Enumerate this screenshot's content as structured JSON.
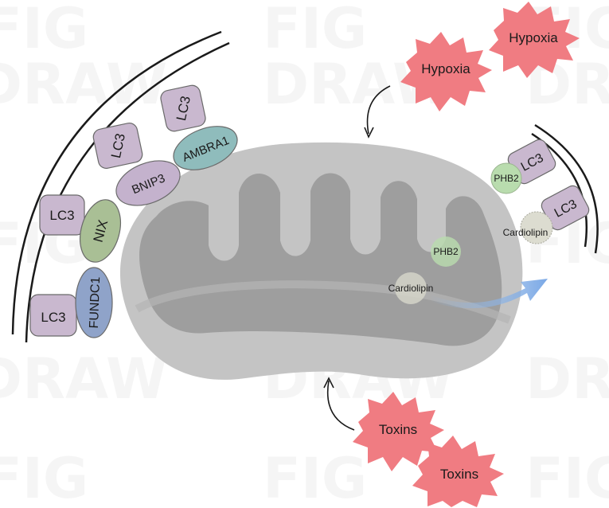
{
  "stimuli": {
    "hypoxia_1": "Hypoxia",
    "hypoxia_2": "Hypoxia",
    "toxins_1": "Toxins",
    "toxins_2": "Toxins"
  },
  "receptors": {
    "lc3_fundc1": "LC3",
    "fundc1": "FUNDC1",
    "lc3_nix": "LC3",
    "nix": "NIX",
    "lc3_bnip3": "LC3",
    "bnip3": "BNIP3",
    "lc3_ambra1": "LC3",
    "ambra1": "AMBRA1"
  },
  "inner": {
    "phb2": "PHB2",
    "cardiolipin": "Cardiolipin"
  },
  "outer": {
    "phb2": "PHB2",
    "lc3_phb2": "LC3",
    "cardiolipin": "Cardiolipin",
    "lc3_cardiolipin": "LC3"
  },
  "watermark": [
    "FIG",
    "DRAW"
  ],
  "colors": {
    "lc3": "#c9b8cf",
    "nix": "#a9bf95",
    "bnip3": "#c4b2cd",
    "ambra1": "#8fbcbc",
    "fundc1": "#8fa3c9",
    "stimulus": "#f07c82",
    "phb2": "#b9dcae",
    "cardiolipin": "#dcdcd0",
    "mito_outer": "#c4c4c4",
    "mito_inner": "#9e9e9e",
    "arrow_blue": "#8fb6e6"
  }
}
